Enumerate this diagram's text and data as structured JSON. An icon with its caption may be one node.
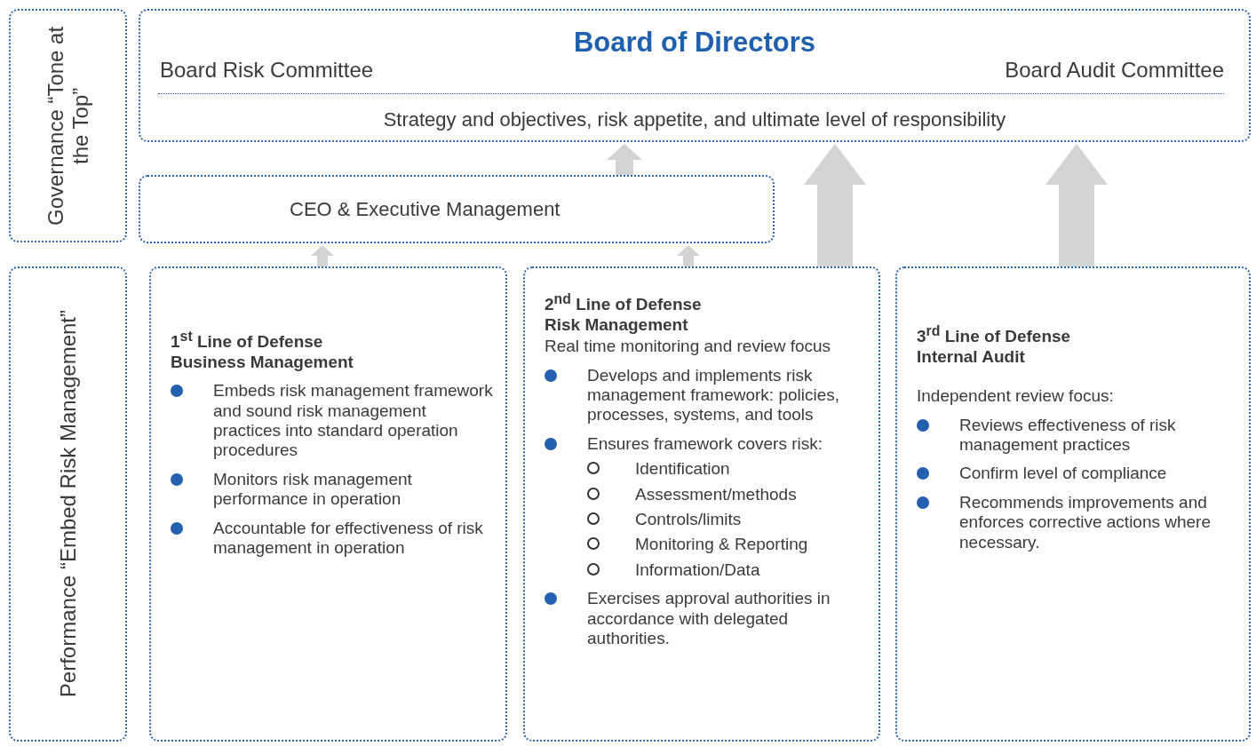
{
  "diagram": {
    "nodes": [
      {
        "text": [
          "Governance “Tone at the Top”"
        ]
      },
      {
        "text": [
          "Board of Directors",
          "Board Risk Committee",
          "Board Audit Committee",
          "Strategy and objectives, risk appetite, and ultimate level of responsibility"
        ]
      },
      {
        "text": [
          "CEO & Executive Management"
        ]
      },
      {
        "text": [
          "Performance “Embed Risk Management”"
        ]
      },
      {
        "text": [
          "1$^{st}$ Line of Defense Business Management",
          "Embeds risk management framework and sound risk management practices into standard operation procedures",
          "Monitors risk management performance in operation",
          "Accountable for effectiveness of risk management in operation"
        ]
      },
      {
        "text": [
          "2$^{nd}$ Line of Defense Risk Management",
          "Real time monitoring and review focus",
          "Develops and implements risk management framework: policies, processes, systems, and tools",
          "Ensures framework covers risk:",
          "Identification",
          "Assessment/methods",
          "Controls/limits",
          "Monitoring & Reporting",
          "Information/Data",
          "Exercises approval authorities in accordance with delegated authorities."
        ]
      },
      {
        "text": [
          "3$^{rd}$ Line of Defense Internal Audit",
          "Independent review focus:",
          "Reviews effectiveness of risk management practices",
          "Confirm level of compliance",
          "Recommends improvements and enforces corrective actions where necessary."
        ]
      }
    ],
    "edges": [
      {
        "from": 2,
        "to": 1,
        "arrow": "to"
      },
      {
        "from": 4,
        "to": 2,
        "arrow": "to"
      },
      {
        "from": 5,
        "to": 2,
        "arrow": "to"
      },
      {
        "from": 5,
        "to": 1,
        "arrow": "to"
      },
      {
        "from": 6,
        "to": 1,
        "arrow": "to"
      }
    ]
  }
}
